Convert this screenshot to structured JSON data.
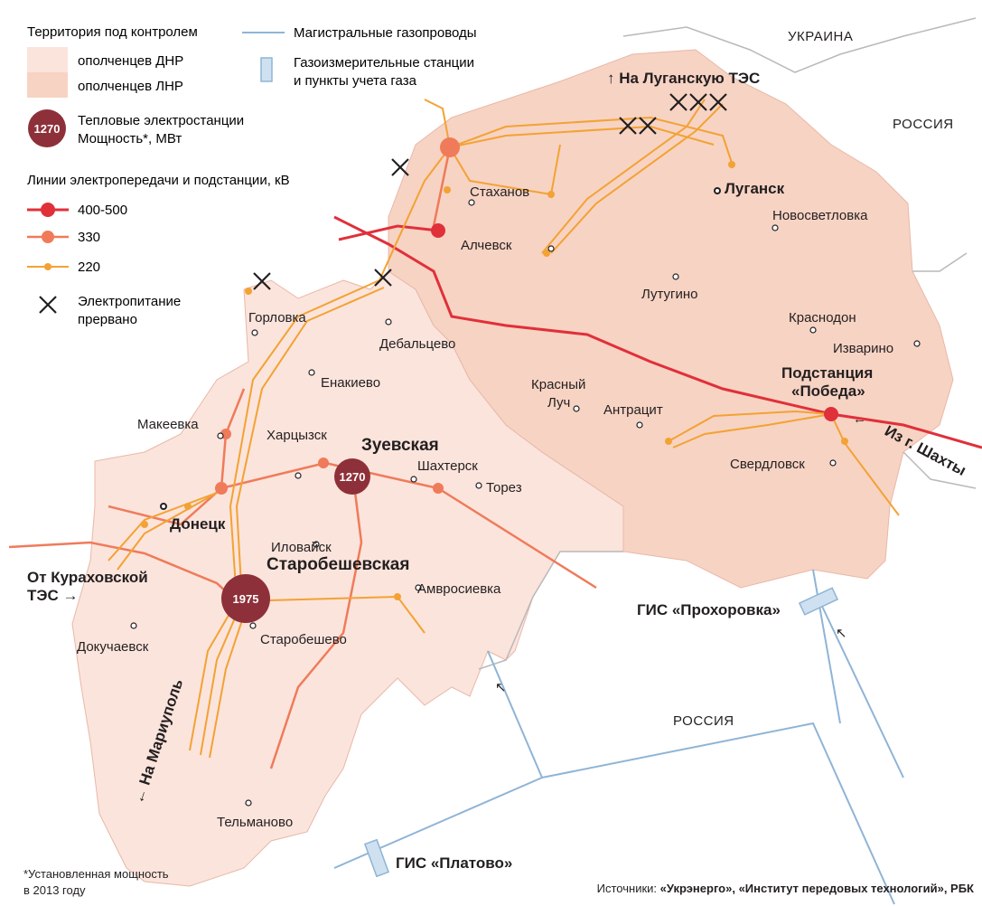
{
  "legend": {
    "territory_title": "Территория под контролем",
    "dnr_label": "ополченцев ДНР",
    "lnr_label": "ополченцев ЛНР",
    "plant_sample_value": "1270",
    "plant_label_line1": "Тепловые электростанции",
    "plant_label_line2": "Мощность*, МВт",
    "lines_title": "Линии электропередачи и подстанции, кВ",
    "kv_500": "400-500",
    "kv_330": "330",
    "kv_220": "220",
    "cut_line1": "Электропитание",
    "cut_line2": "прервано",
    "gas_pipelines": "Магистральные газопроводы",
    "gas_station_line1": "Газоизмерительные станции",
    "gas_station_line2": "и пункты учета газа"
  },
  "countries": {
    "ukraine": "УКРАИНА",
    "russia_ne": "РОССИЯ",
    "russia_s": "РОССИЯ"
  },
  "cities": {
    "stakhanov": "Стаханов",
    "lugansk": "Луганск",
    "novosvetlovka": "Новосветловка",
    "alchevsk": "Алчевск",
    "lutugino": "Лутугино",
    "gorlovka": "Горловка",
    "debaltsevo": "Дебальцево",
    "krasnodon": "Краснодон",
    "izvarino": "Изварино",
    "enakievo": "Енакиево",
    "krasny_luch_1": "Красный",
    "krasny_luch_2": "Луч",
    "antratsit": "Антрацит",
    "makeevka": "Макеевка",
    "khartsyzsk": "Харцызск",
    "shakhtersk": "Шахтерск",
    "torez": "Торез",
    "sverdlovsk": "Свердловск",
    "donetsk": "Донецк",
    "ilovaisk": "Иловайск",
    "amvrosievka": "Амвросиевка",
    "dokuchaevsk": "Докучаевск",
    "starobeshevo": "Старобешево",
    "telmanovo": "Тельманово"
  },
  "plants": {
    "zuevskaya_name": "Зуевская",
    "zuevskaya_mw": "1270",
    "starobeshevskaya_name": "Старобешевская",
    "starobeshevskaya_mw": "1975"
  },
  "annotations": {
    "to_lugansk_tes": "↑ На Луганскую ТЭС",
    "substation_line1": "Подстанция",
    "substation_line2": "«Победа»",
    "from_shakhty": "Из г. Шахты",
    "from_kurakhovo_1": "От Кураховской",
    "from_kurakhovo_2": "ТЭС →",
    "to_mariupol": "← На Мариуполь",
    "gis_prokhorovka": "ГИС «Прохоровка»",
    "gis_platovo": "ГИС «Платово»"
  },
  "footer": {
    "note_line1": "*Установленная мощность",
    "note_line2": "в 2013 году",
    "sources_prefix": "Источники: ",
    "sources_bold": "«Укрэнерго», «Институт передовых технологий»",
    "sources_suffix": ", РБК"
  },
  "colors": {
    "dnr_fill": "#fbe4dc",
    "lnr_fill": "#f7d3c3",
    "kv500": "#e0303a",
    "kv330": "#ef7b5a",
    "kv220": "#f3a233",
    "plant": "#8e3039",
    "gas": "#8fb4d6",
    "border": "#b9b9b9"
  }
}
